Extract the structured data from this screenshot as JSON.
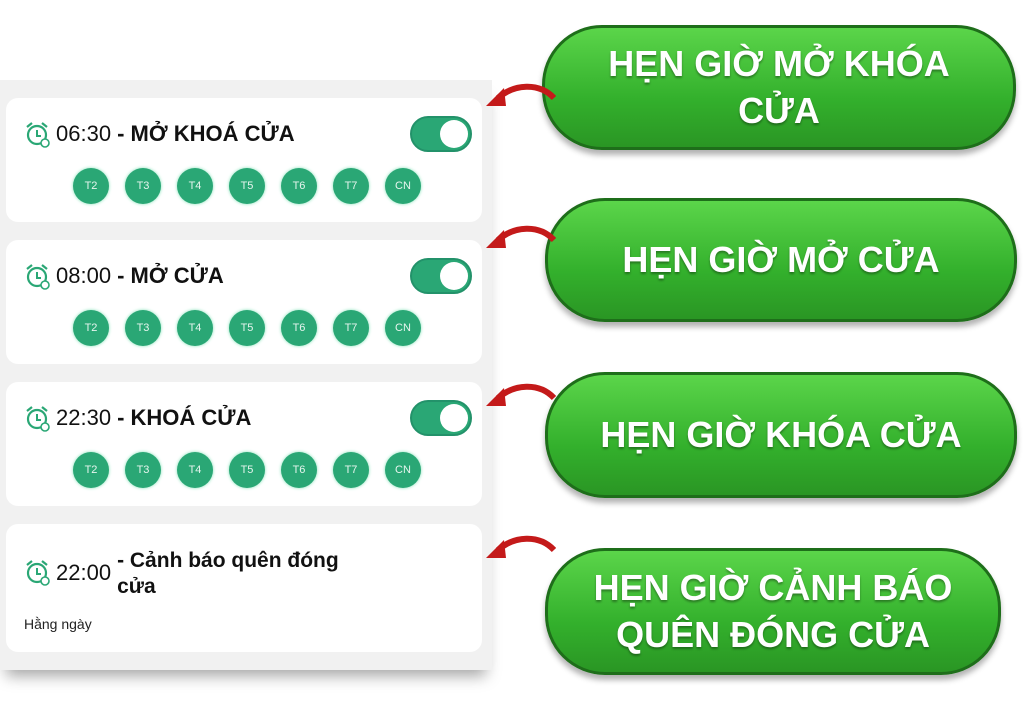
{
  "alarms": [
    {
      "time": "06:30",
      "title": "- MỞ KHOÁ CỬA",
      "enabled": true,
      "days": [
        "T2",
        "T3",
        "T4",
        "T5",
        "T6",
        "T7",
        "CN"
      ]
    },
    {
      "time": "08:00",
      "title": "- MỞ CỬA",
      "enabled": true,
      "days": [
        "T2",
        "T3",
        "T4",
        "T5",
        "T6",
        "T7",
        "CN"
      ]
    },
    {
      "time": "22:30",
      "title": "- KHOÁ CỬA",
      "enabled": true,
      "days": [
        "T2",
        "T3",
        "T4",
        "T5",
        "T6",
        "T7",
        "CN"
      ]
    },
    {
      "time": "22:00",
      "title": "- Cảnh báo quên đóng cửa",
      "repeat": "Hằng ngày"
    }
  ],
  "callouts": [
    "HẸN GIỜ MỞ KHÓA CỬA",
    "HẸN GIỜ MỞ CỬA",
    "HẸN GIỜ KHÓA CỬA",
    "HẸN GIỜ CẢNH BÁO QUÊN ĐÓNG CỬA"
  ],
  "colors": {
    "accent": "#2aa775",
    "callout": "#3cb93c",
    "arrow": "#c41a1a"
  }
}
